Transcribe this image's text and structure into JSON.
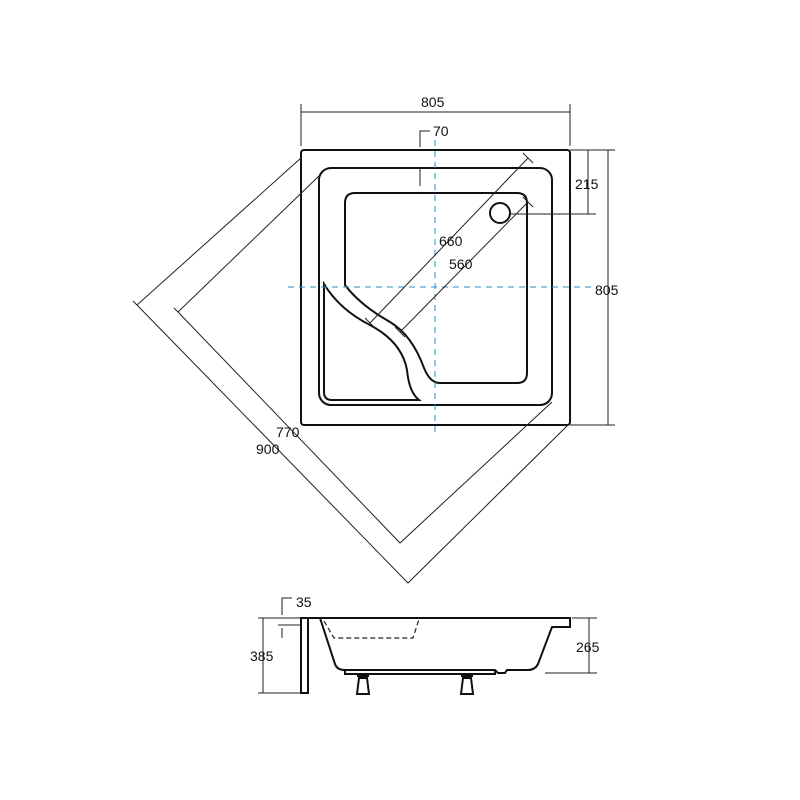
{
  "top_view": {
    "width_top": "805",
    "offset": "70",
    "drain_offset": "215",
    "height_right": "805",
    "diag_outer_bowl": "660",
    "diag_inner_bowl": "560",
    "diag_inner": "770",
    "diag_outer": "900"
  },
  "side_view": {
    "rim_thickness": "35",
    "total_height": "385",
    "tub_depth": "265"
  },
  "colors": {
    "axis": "#2a8fc8",
    "line": "#111111"
  }
}
